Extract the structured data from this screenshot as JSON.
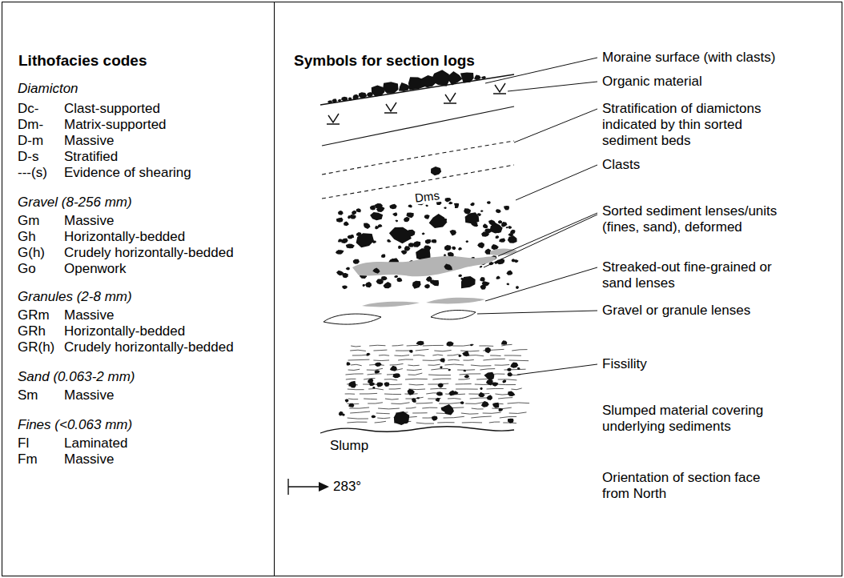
{
  "diagram": {
    "nodes": [
      {
        "text": [
          "Lithofacies codes"
        ]
      },
      {
        "text": [
          "Symbols for section logs"
        ]
      }
    ],
    "labels": [
      "Diamicton",
      "Dc-",
      "Clast-supported",
      "Dm-",
      "Matrix-supported",
      "D-m",
      "Massive",
      "D-s",
      "Stratified",
      "---(s)",
      "Evidence of shearing",
      "Gravel (8-256 mm)",
      "Gm",
      "Massive",
      "Gh",
      "Horizontally-bedded",
      "G(h)",
      "Crudely horizontally-bedded",
      "Go",
      "Openwork",
      "Granules (2-8 mm)",
      "GRm",
      "Massive",
      "GRh",
      "Horizontally-bedded",
      "GR(h)",
      "Crudely horizontally-bedded",
      "Sand (0.063-2 mm)",
      "Sm",
      "Massive",
      "Fines (<0.063 mm)",
      "Fl",
      "Laminated",
      "Fm",
      "Massive",
      "Moraine surface (with clasts)",
      "Organic material",
      "Stratification of diamictons indicated by thin sorted sediment beds",
      "Dms",
      "Clasts",
      "Sorted sediment lenses/units (fines, sand), deformed",
      "Streaked-out fine-grained or sand lenses",
      "Gravel or granule lenses",
      "Fissility",
      "Slumped material covering underlying sediments",
      "Slump",
      "Orientation of section face from North",
      "283°"
    ]
  }
}
